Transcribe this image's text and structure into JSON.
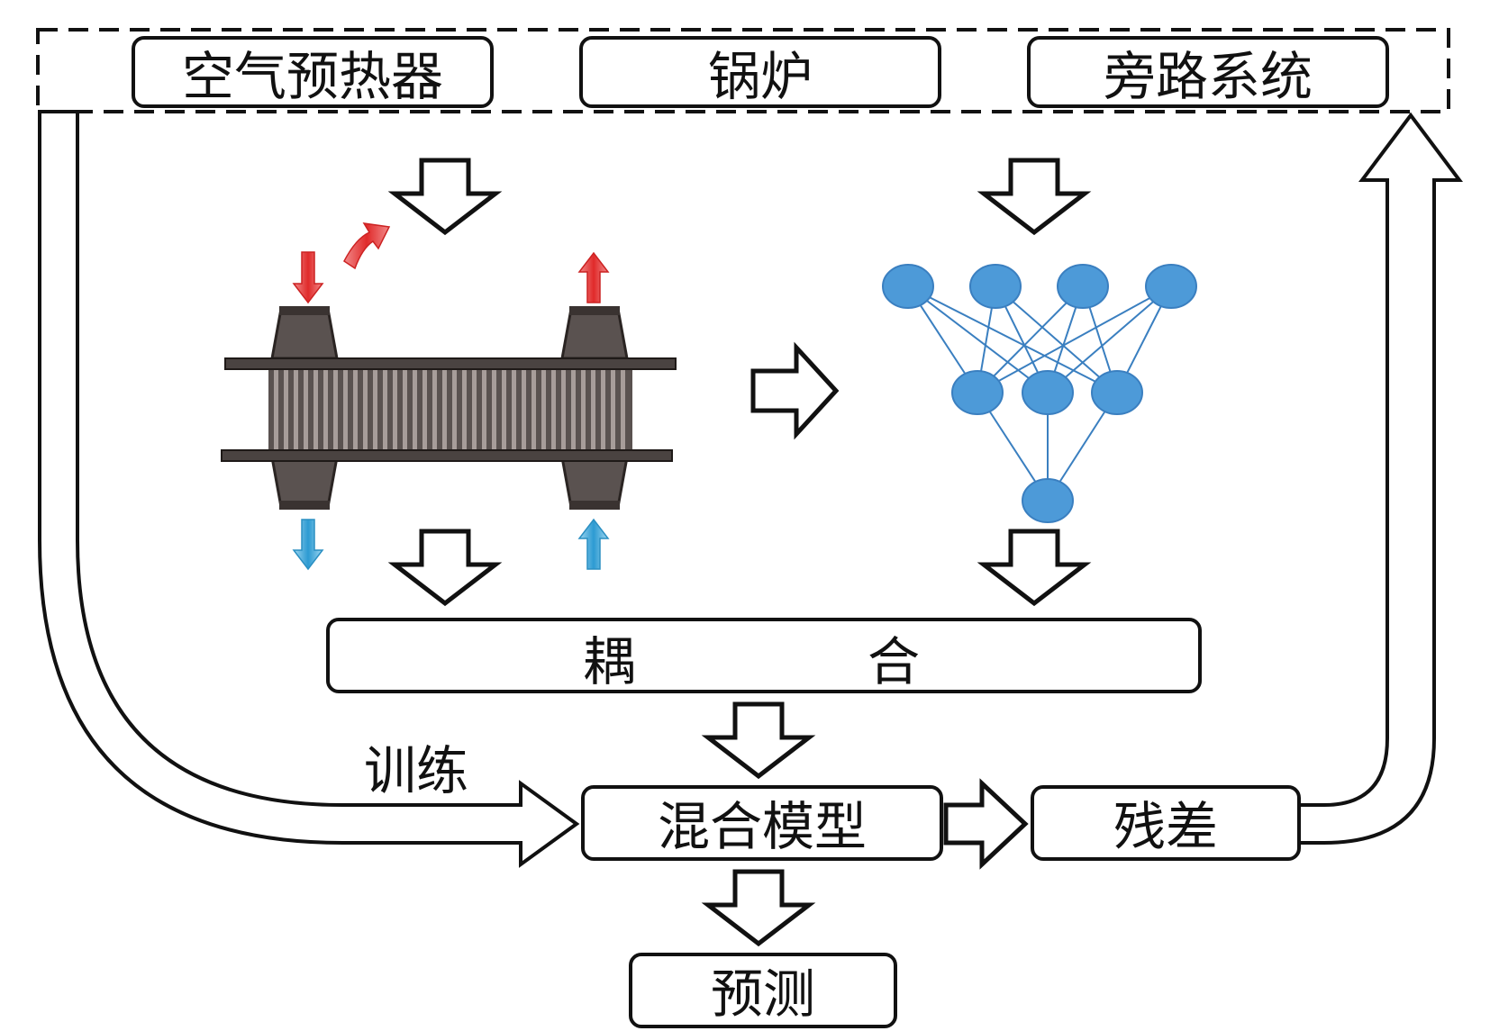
{
  "top_group": {
    "boxes": [
      {
        "id": "air-preheater",
        "label": "空气预热器"
      },
      {
        "id": "boiler",
        "label": "锅炉"
      },
      {
        "id": "bypass-system",
        "label": "旁路系统"
      }
    ]
  },
  "coupling": {
    "left_char": "耦",
    "right_char": "合"
  },
  "training_label": "训练",
  "hybrid_model": "混合模型",
  "residual": "残差",
  "prediction": "预测",
  "neural_net": {
    "layers": [
      4,
      3,
      1
    ]
  },
  "colors": {
    "stroke": "#111111",
    "neuron": "#4d9ad8",
    "neuron_edge": "#3a7fc0",
    "hot_arrow": "#e23a3a",
    "cold_arrow": "#3aa3d6",
    "exchanger_body": "#5a5250"
  }
}
